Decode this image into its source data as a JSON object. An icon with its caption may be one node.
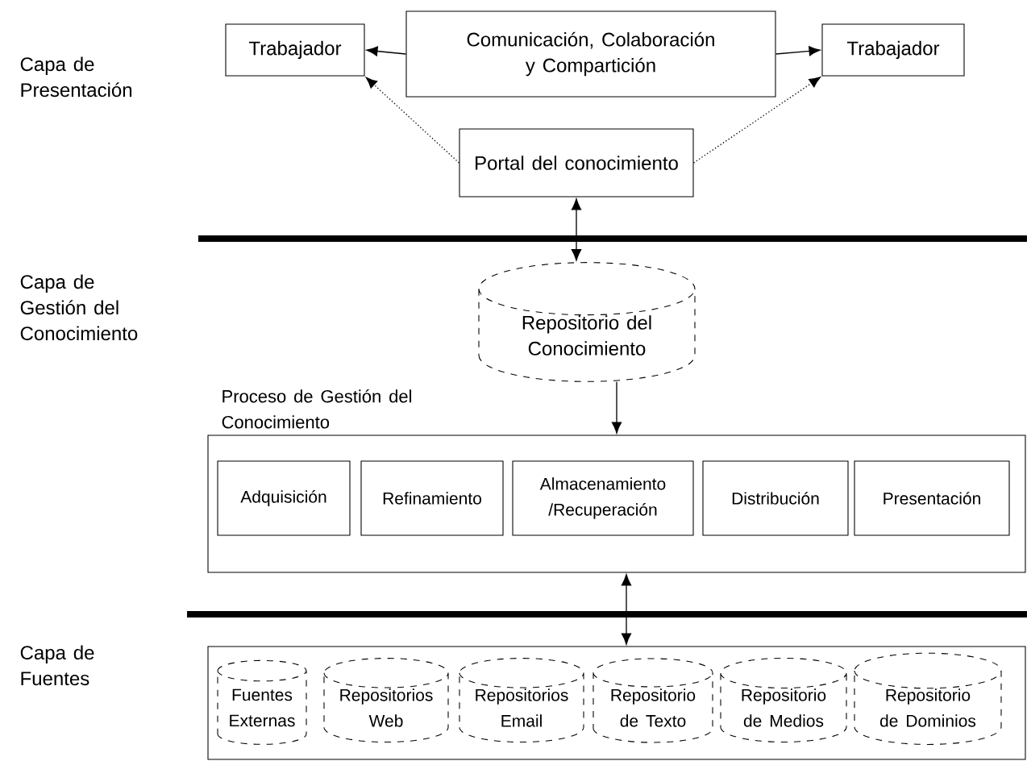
{
  "diagram": {
    "nodes": [
      {
        "text": [
          "Trabajador"
        ]
      },
      {
        "text": [
          "Comunicación, Colaboración y Compartición"
        ]
      },
      {
        "text": [
          "Trabajador"
        ]
      },
      {
        "text": [
          "Portal del conocimiento"
        ]
      },
      {
        "text": [
          "Repositorio del Conocimiento"
        ]
      },
      {
        "text": [
          "Proceso de Gestión del Conocimiento"
        ]
      },
      {
        "text": [
          "Adquisición"
        ],
        "in": 5
      },
      {
        "text": [
          "Refinamiento"
        ],
        "in": 5
      },
      {
        "text": [
          "Almacenamiento /Recuperación"
        ],
        "in": 5
      },
      {
        "text": [
          "Distribución"
        ],
        "in": 5
      },
      {
        "text": [
          "Presentación"
        ],
        "in": 5
      },
      {
        "text": [],
        "shape": "box"
      },
      {
        "text": [
          "Fuentes Externas"
        ],
        "in": 11
      },
      {
        "text": [
          "Repositorios Web"
        ],
        "in": 11
      },
      {
        "text": [
          "Repositorios Email"
        ],
        "in": 11
      },
      {
        "text": [
          "Repositorio de Texto"
        ],
        "in": 11
      },
      {
        "text": [
          "Repositorio de Medios"
        ],
        "in": 11
      },
      {
        "text": [
          "Repositorio de Dominios"
        ],
        "in": 11
      }
    ],
    "edges": [
      {
        "from": 1,
        "to": 0,
        "arrow": "to"
      },
      {
        "from": 1,
        "to": 2,
        "arrow": "to"
      },
      {
        "from": 3,
        "to": 0,
        "arrow": "to",
        "style": "dashed"
      },
      {
        "from": 3,
        "to": 2,
        "arrow": "to",
        "style": "dashed"
      },
      {
        "from": 3,
        "to": 4,
        "arrow": "both"
      },
      {
        "from": 4,
        "to": 5,
        "arrow": "to"
      },
      {
        "from": 5,
        "to": 11,
        "arrow": "both"
      }
    ],
    "labels": [
      "Capa de Presentación",
      "Capa de Gestión del Conocimiento",
      "Capa de Fuentes"
    ]
  }
}
